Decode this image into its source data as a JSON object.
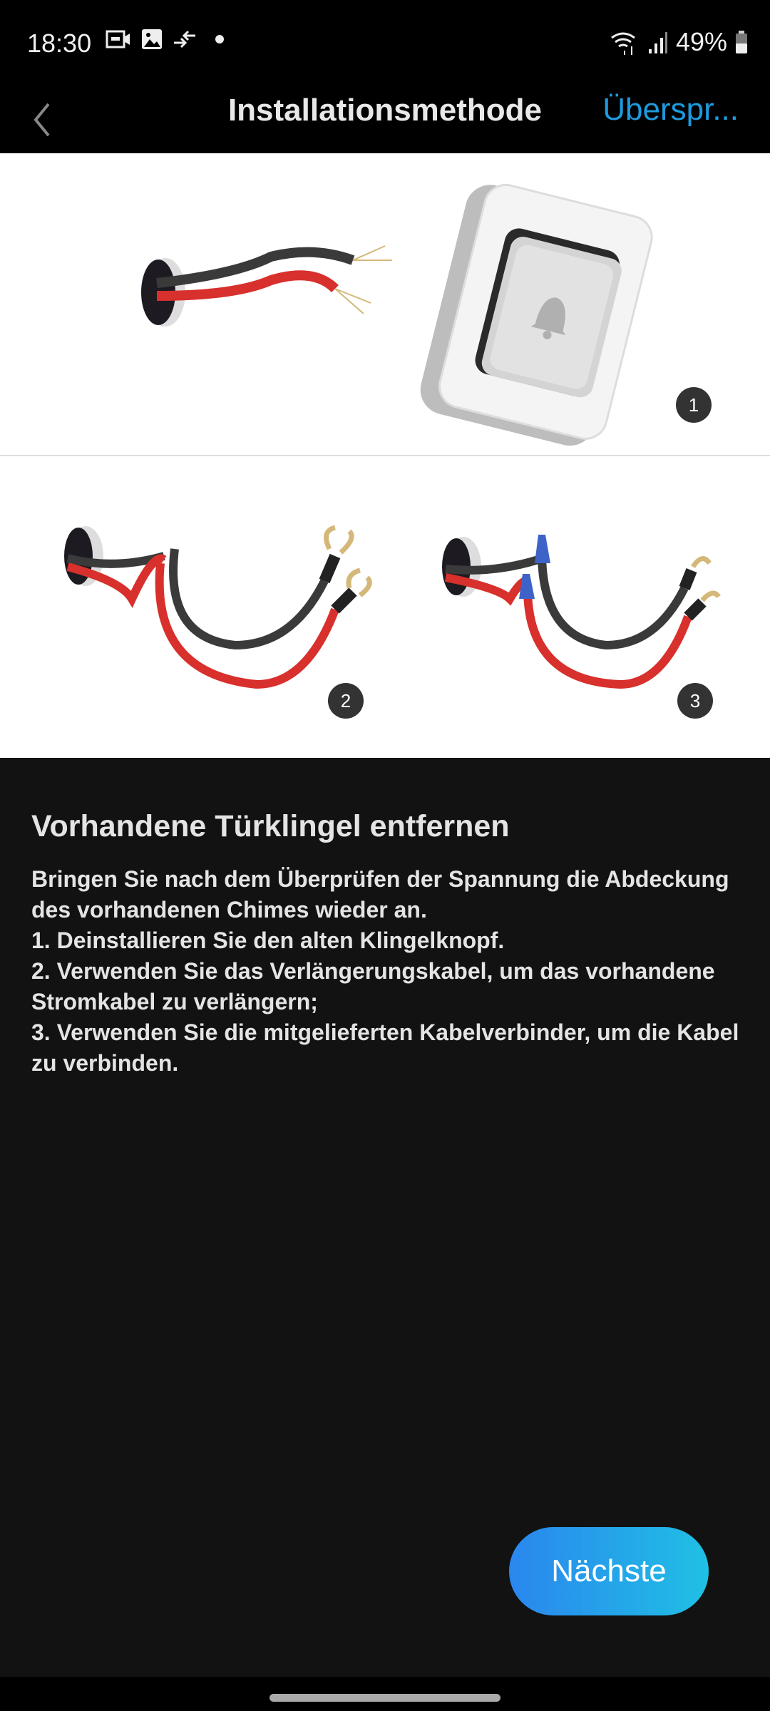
{
  "status_bar": {
    "time": "18:30",
    "battery": "49%",
    "icons": [
      "video-call-icon",
      "image-icon",
      "data-transfer-icon",
      "dot-icon",
      "wifi-icon",
      "signal-icon",
      "battery-icon"
    ]
  },
  "header": {
    "title": "Installationsmethode",
    "skip_label": "Überspr...",
    "back_icon": "chevron-left-icon"
  },
  "illustration": {
    "steps": [
      "1",
      "2",
      "3"
    ]
  },
  "content": {
    "heading": "Vorhandene Türklingel entfernen",
    "body": "Bringen Sie nach dem Überprüfen der Spannung die Abdeckung des vorhandenen Chimes wieder an.\n1. Deinstallieren Sie den alten Klingelknopf.\n2. Verwenden Sie das Verlängerungskabel, um das vorhandene Stromkabel zu verlängern;\n3. Verwenden Sie die mitgelieferten Kabelverbinder, um die Kabel zu verbinden."
  },
  "footer": {
    "next_label": "Nächste"
  },
  "colors": {
    "accent": "#1e9bdf",
    "wire_red": "#d8302c",
    "wire_black": "#3a3a3a",
    "connector": "#3e63c8"
  }
}
